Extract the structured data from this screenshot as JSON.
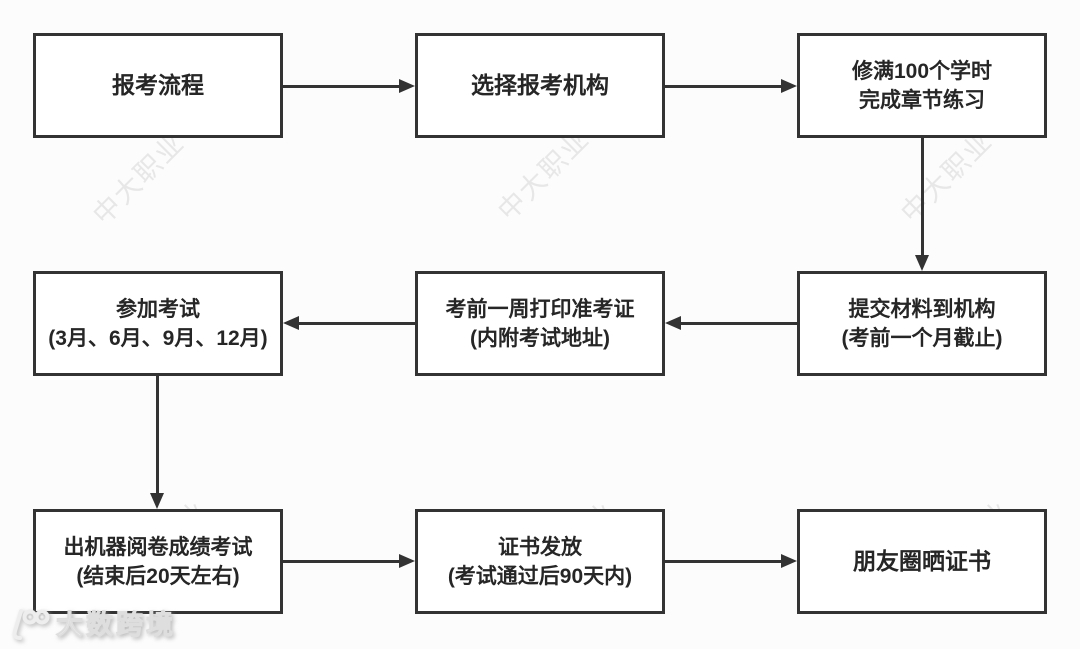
{
  "diagram": {
    "type": "flowchart",
    "title": "报考流程",
    "nodes": [
      {
        "id": "start",
        "lines": [
          "报考流程"
        ]
      },
      {
        "id": "choose-org",
        "lines": [
          "选择报考机构"
        ]
      },
      {
        "id": "study-hours",
        "lines": [
          "修满100个学时",
          "完成章节练习"
        ]
      },
      {
        "id": "submit-materials",
        "lines": [
          "提交材料到机构",
          "(考前一个月截止)"
        ]
      },
      {
        "id": "print-ticket",
        "lines": [
          "考前一周打印准考证",
          "(内附考试地址)"
        ]
      },
      {
        "id": "take-exam",
        "lines": [
          "参加考试",
          "(3月、6月、9月、12月)"
        ]
      },
      {
        "id": "results",
        "lines": [
          "出机器阅卷成绩考试",
          "(结束后20天左右)"
        ]
      },
      {
        "id": "certificate",
        "lines": [
          "证书发放",
          "(考试通过后90天内)"
        ]
      },
      {
        "id": "share",
        "lines": [
          "朋友圈晒证书"
        ]
      }
    ],
    "edges": [
      {
        "from": "start",
        "to": "choose-org",
        "direction": "right"
      },
      {
        "from": "choose-org",
        "to": "study-hours",
        "direction": "right"
      },
      {
        "from": "study-hours",
        "to": "submit-materials",
        "direction": "down"
      },
      {
        "from": "submit-materials",
        "to": "print-ticket",
        "direction": "left"
      },
      {
        "from": "print-ticket",
        "to": "take-exam",
        "direction": "left"
      },
      {
        "from": "take-exam",
        "to": "results",
        "direction": "down"
      },
      {
        "from": "results",
        "to": "certificate",
        "direction": "right"
      },
      {
        "from": "certificate",
        "to": "share",
        "direction": "right"
      }
    ]
  },
  "watermark": {
    "text": "中大职业"
  },
  "logo": {
    "text": "大数跨境"
  },
  "colors": {
    "background": "#fcfcfc",
    "node_border": "#333333",
    "node_text": "#262626",
    "arrow": "#333333",
    "watermark": "#e7e7e7",
    "logo_text": "#f7f7f7"
  }
}
